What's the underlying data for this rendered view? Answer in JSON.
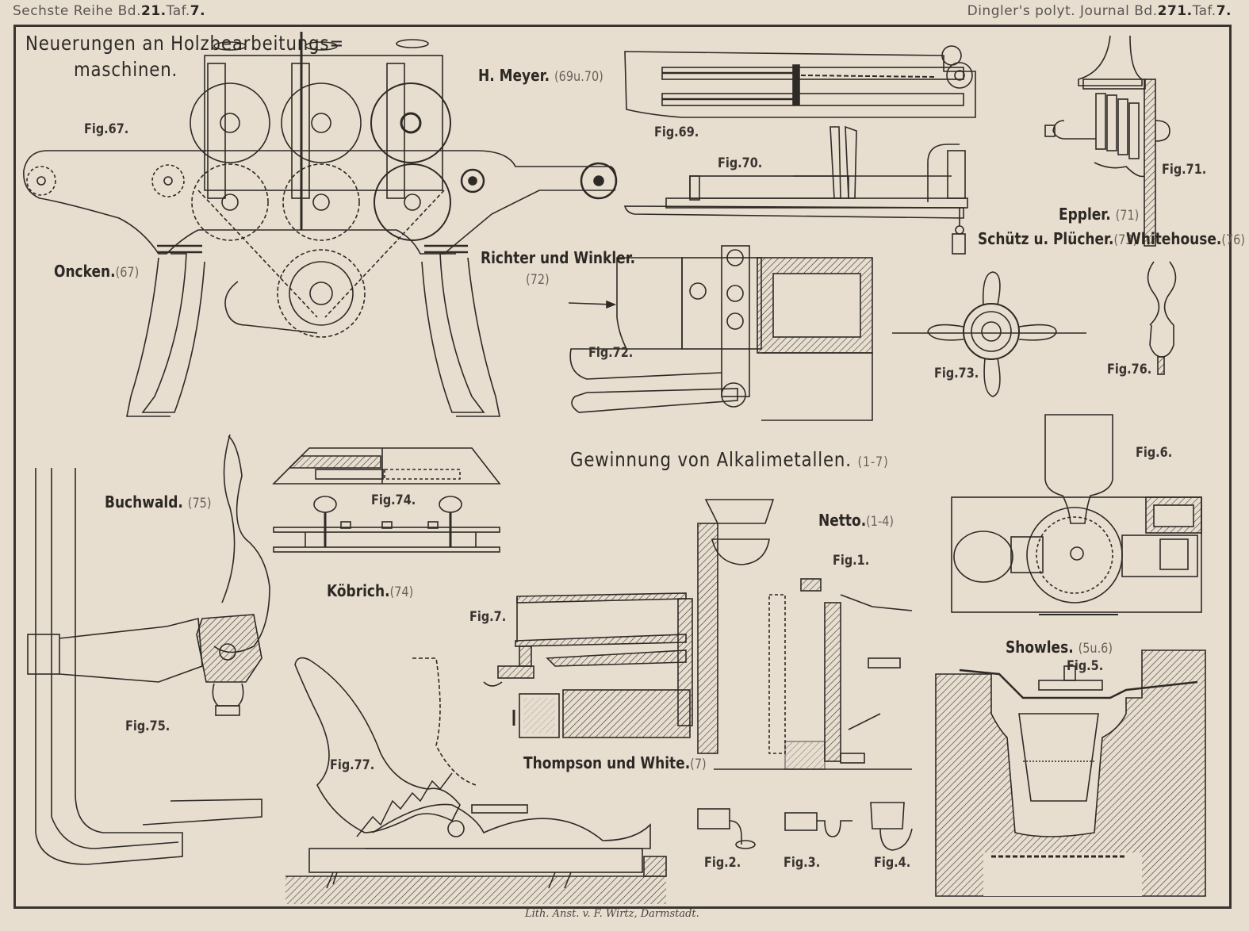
{
  "header": {
    "left": {
      "series": "Sechste Reihe",
      "volume_prefix": "Bd.",
      "volume": "21.",
      "plate_prefix": "Taf.",
      "plate": "7."
    },
    "right": {
      "journal": "Dingler's polyt. Journal",
      "volume_prefix": "Bd.",
      "volume": "271.",
      "plate_prefix": "Taf.",
      "plate": "7."
    }
  },
  "sections": {
    "woodworking_title_line1": "Neuerungen an Holzbearbeitungs=",
    "woodworking_title_line2": "maschinen.",
    "alkali_title": "Gewinnung von Alkalimetallen.",
    "alkali_ref": "(1-7)"
  },
  "authors": [
    {
      "name": "H. Meyer.",
      "ref": "(69u.70)"
    },
    {
      "name": "Oncken.",
      "ref": "(67)"
    },
    {
      "name": "Richter und Winkler.",
      "ref": "(72)"
    },
    {
      "name": "Eppler.",
      "ref": "(71)"
    },
    {
      "name": "Schütz u. Plücher.",
      "ref": "(73)"
    },
    {
      "name": "Whitehouse.",
      "ref": "(76)"
    },
    {
      "name": "Buchwald.",
      "ref": "(75)"
    },
    {
      "name": "Köbrich.",
      "ref": "(74)"
    },
    {
      "name": "Netto.",
      "ref": "(1-4)"
    },
    {
      "name": "Showles.",
      "ref": "(5u.6)"
    },
    {
      "name": "Thompson und White.",
      "ref": "(7)"
    }
  ],
  "figures": {
    "fig67": "Fig.67.",
    "fig69": "Fig.69.",
    "fig70": "Fig.70.",
    "fig71": "Fig.71.",
    "fig72": "Fig.72.",
    "fig73": "Fig.73.",
    "fig74": "Fig.74.",
    "fig75": "Fig.75.",
    "fig76": "Fig.76.",
    "fig77": "Fig.77.",
    "fig1": "Fig.1.",
    "fig2": "Fig.2.",
    "fig3": "Fig.3.",
    "fig4": "Fig.4.",
    "fig5": "Fig.5.",
    "fig6": "Fig.6.",
    "fig7": "Fig.7."
  },
  "credit": "Lith. Anst. v. F. Wirtz, Darmstadt."
}
